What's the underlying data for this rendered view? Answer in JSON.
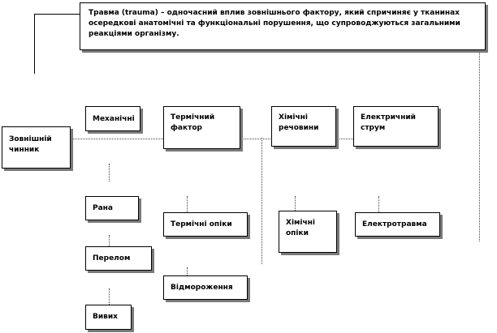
{
  "definition": "Травма (trauma) – одночасний вплив зовнішнього фактору, який спричиняє у тканинах осередкові анатомічні та функціональні порушення, що супроводжуються загальними реакціями організму.",
  "nodes": {
    "external": "Зовнішній чинник",
    "mechanical": "Механічні",
    "thermal": "Термічний фактор",
    "chemical": "Хімічні речовини",
    "electric": "Електричний струм",
    "wound": "Рана",
    "fracture": "Перелом",
    "dislocation": "Вивих",
    "burns": "Термічні опіки",
    "frostbite": "Відмороження",
    "chem_burns": "Хімічні опіки",
    "electrotrauma": "Електротравма"
  }
}
